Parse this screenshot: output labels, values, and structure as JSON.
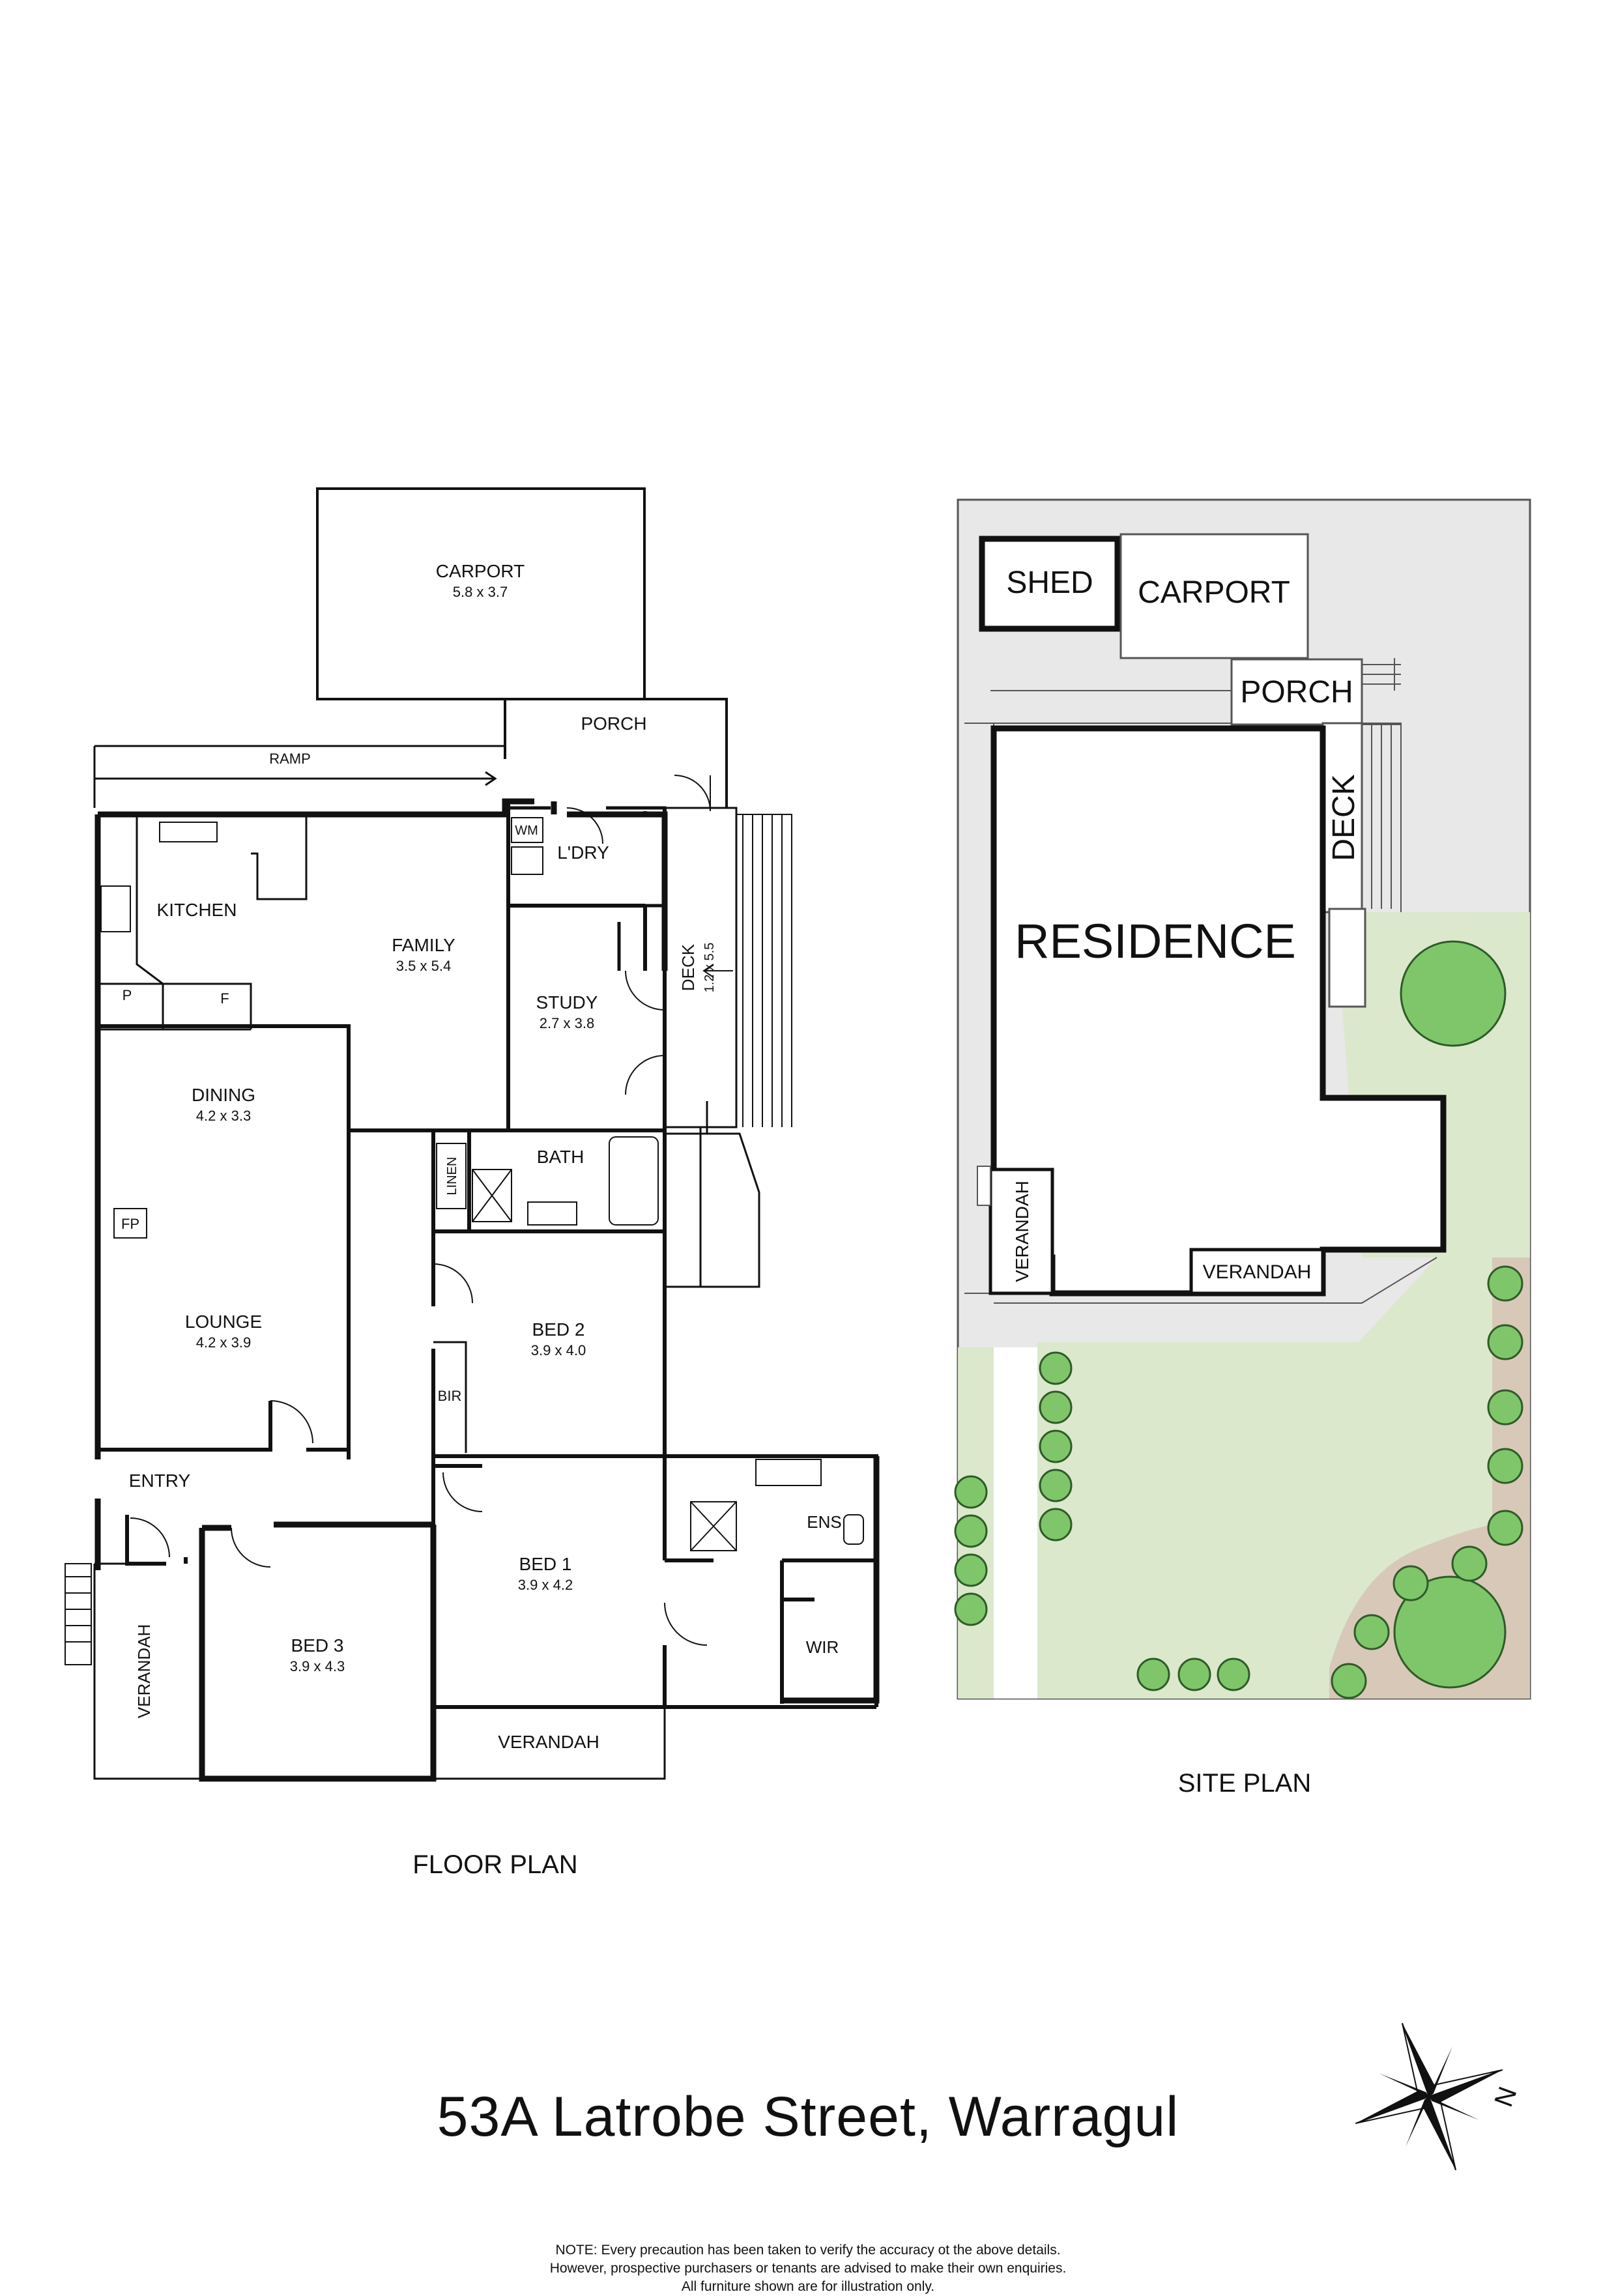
{
  "title": "53A Latrobe Street, Warragul",
  "floor_plan": {
    "caption": "FLOOR PLAN",
    "rooms": {
      "carport": {
        "name": "CARPORT",
        "dims": "5.8 x 3.7"
      },
      "porch": {
        "name": "PORCH"
      },
      "ramp": {
        "name": "RAMP"
      },
      "kitchen": {
        "name": "KITCHEN"
      },
      "family": {
        "name": "FAMILY",
        "dims": "3.5 x 5.4"
      },
      "laundry": {
        "name": "L'DRY"
      },
      "wm": {
        "name": "WM"
      },
      "study": {
        "name": "STUDY",
        "dims": "2.7 x 3.8"
      },
      "deck": {
        "name": "DECK",
        "dims": "1.2 x 5.5"
      },
      "dining": {
        "name": "DINING",
        "dims": "4.2 x 3.3"
      },
      "fp": {
        "name": "FP"
      },
      "pantry": {
        "name": "P"
      },
      "fridge": {
        "name": "F"
      },
      "linen": {
        "name": "LINEN"
      },
      "bath": {
        "name": "BATH"
      },
      "lounge": {
        "name": "LOUNGE",
        "dims": "4.2 x 3.9"
      },
      "bed2": {
        "name": "BED 2",
        "dims": "3.9 x 4.0"
      },
      "bir": {
        "name": "BIR"
      },
      "entry": {
        "name": "ENTRY"
      },
      "ens": {
        "name": "ENS"
      },
      "bed1": {
        "name": "BED 1",
        "dims": "3.9 x 4.2"
      },
      "wir": {
        "name": "WIR"
      },
      "bed3": {
        "name": "BED 3",
        "dims": "3.9 x 4.3"
      },
      "verandah_left": {
        "name": "VERANDAH"
      },
      "verandah_bottom": {
        "name": "VERANDAH"
      }
    }
  },
  "site_plan": {
    "caption": "SITE PLAN",
    "labels": {
      "shed": "SHED",
      "carport": "CARPORT",
      "porch": "PORCH",
      "deck": "DECK",
      "residence": "RESIDENCE",
      "verandah_side": "VERANDAH",
      "verandah_front": "VERANDAH"
    }
  },
  "compass": {
    "label": "N"
  },
  "note": [
    "NOTE: Every precaution has been taken to verify the accuracy ot the above details.",
    "However, prospective purchasers or tenants are advised to make their own enquiries.",
    "All furniture shown are for illustration only."
  ],
  "colors": {
    "wall": "#111111",
    "lawn": "#dbe8cc",
    "paving": "#e8e8e8",
    "tree": "#7fc66a",
    "garden_bed": "#d8c8b8"
  }
}
